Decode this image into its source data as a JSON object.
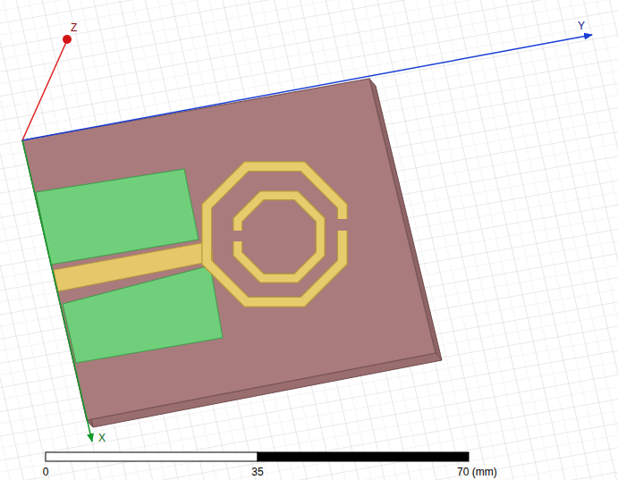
{
  "diagram": {
    "labels": [
      "Z",
      "Y",
      "X",
      "0",
      "35",
      "70 (mm)"
    ]
  }
}
